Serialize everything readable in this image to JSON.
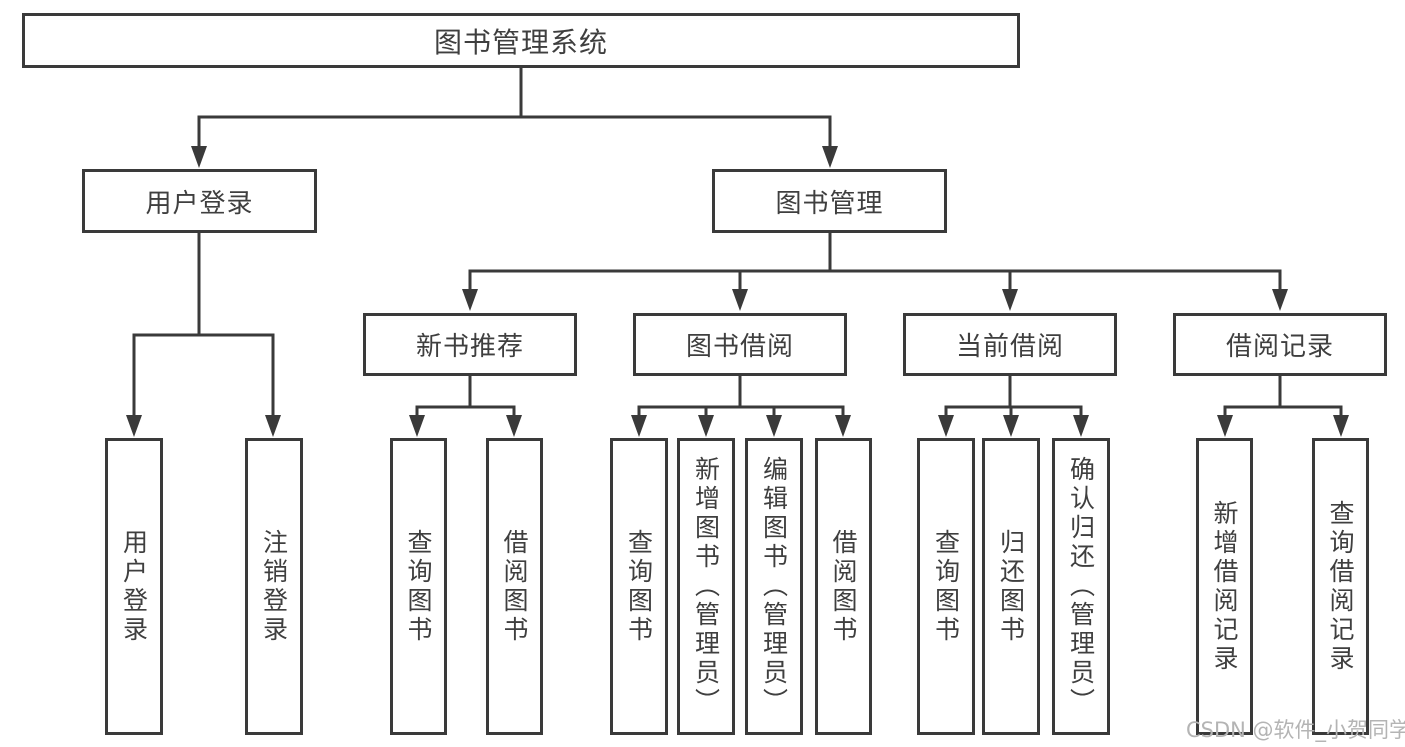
{
  "diagram_title": "图书管理系统",
  "nodes": {
    "root": "图书管理系统",
    "user_login": "用户登录",
    "book_mgmt": "图书管理",
    "new_book_rec": "新书推荐",
    "book_borrow": "图书借阅",
    "current_borrow": "当前借阅",
    "borrow_records": "借阅记录",
    "leaf_user_login": "用户登录",
    "leaf_logout": "注销登录",
    "leaf_query_book_1": "查询图书",
    "leaf_borrow_book_1": "借阅图书",
    "leaf_query_book_2": "查询图书",
    "leaf_add_book": "新增图书（管理员）",
    "leaf_edit_book": "编辑图书（管理员）",
    "leaf_borrow_book_2": "借阅图书",
    "leaf_query_book_3": "查询图书",
    "leaf_return_book": "归还图书",
    "leaf_confirm_return": "确认归还（管理员）",
    "leaf_add_borrow_record": "新增借阅记录",
    "leaf_query_borrow_record": "查询借阅记录"
  },
  "hierarchy": {
    "图书管理系统": {
      "用户登录": [
        "用户登录",
        "注销登录"
      ],
      "图书管理": {
        "新书推荐": [
          "查询图书",
          "借阅图书"
        ],
        "图书借阅": [
          "查询图书",
          "新增图书（管理员）",
          "编辑图书（管理员）",
          "借阅图书"
        ],
        "当前借阅": [
          "查询图书",
          "归还图书",
          "确认归还（管理员）"
        ],
        "借阅记录": [
          "新增借阅记录",
          "查询借阅记录"
        ]
      }
    }
  },
  "watermark": "CSDN @软件_小贺同学",
  "colors": {
    "background": "#ffffff",
    "line": "#3a3a3a",
    "box_border": "#3a3a3a",
    "text": "#3f3f3f",
    "watermark": "#b4b4b4"
  }
}
